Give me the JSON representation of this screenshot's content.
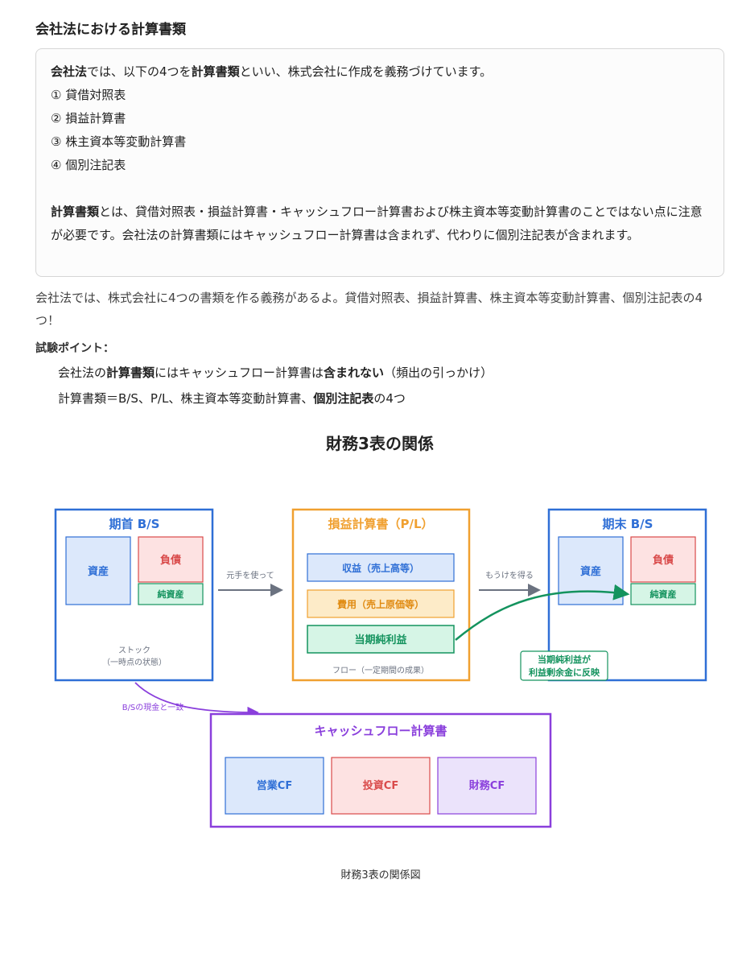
{
  "page": {
    "heading": "会社法における計算書類",
    "box": {
      "intro": {
        "b1": "会社法",
        "t1": "では、以下の4つを",
        "b2": "計算書類",
        "t2": "といい、株式会社に作成を義務づけています。"
      },
      "items": [
        "① 貸借対照表",
        "② 損益計算書",
        "③ 株主資本等変動計算書",
        "④ 個別注記表"
      ],
      "para2": {
        "b1": "計算書類",
        "t1": "とは、貸借対照表・損益計算書・キャッシュフロー計算書および株主資本等変動計算書のことではない点に注意が必要です。会社法の計算書類にはキャッシュフロー計算書は含まれず、代わりに個別注記表が含まれます。"
      }
    },
    "summary": "会社法では、株式会社に4つの書類を作る義務があるよ。貸借対照表、損益計算書、株主資本等変動計算書、個別注記表の4つ！",
    "points": {
      "title": "試験ポイント：",
      "p1": {
        "t1": "会社法の",
        "b1": "計算書類",
        "t2": "にはキャッシュフロー計算書は",
        "b2": "含まれない",
        "t3": "（頻出の引っかけ）"
      },
      "p2": {
        "t1": "計算書類＝B/S、P/L、株主資本等変動計算書、",
        "b1": "個別注記表",
        "t2": "の4つ"
      }
    }
  },
  "diagram": {
    "title": "財務3表の関係",
    "caption": "財務3表の関係図",
    "bs_start": {
      "title": "期首 B/S",
      "asset": "資産",
      "liability": "負債",
      "equity": "純資産",
      "note1": "ストック",
      "note2": "（一時点の状態）"
    },
    "pl": {
      "title": "損益計算書（P/L）",
      "revenue": "収益（売上高等）",
      "expense": "費用（売上原価等）",
      "net_income": "当期純利益",
      "note": "フロー（一定期間の成果）"
    },
    "bs_end": {
      "title": "期末 B/S",
      "asset": "資産",
      "liability": "負債",
      "equity": "純資産"
    },
    "arrow1": "元手を使って",
    "arrow2": "もうけを得る",
    "callout1": "当期純利益が",
    "callout2": "利益剰余金に反映",
    "cash_link": "B/Sの現金と一致",
    "cf": {
      "title": "キャッシュフロー計算書",
      "operating": "営業CF",
      "investing": "投資CF",
      "financing": "財務CF"
    },
    "colors": {
      "bs": "#2f6fd6",
      "pl": "#f0a030",
      "cf": "#8a3fdc",
      "green": "#14935e",
      "red": "#d94a4a",
      "gray": "#6b7280"
    }
  }
}
